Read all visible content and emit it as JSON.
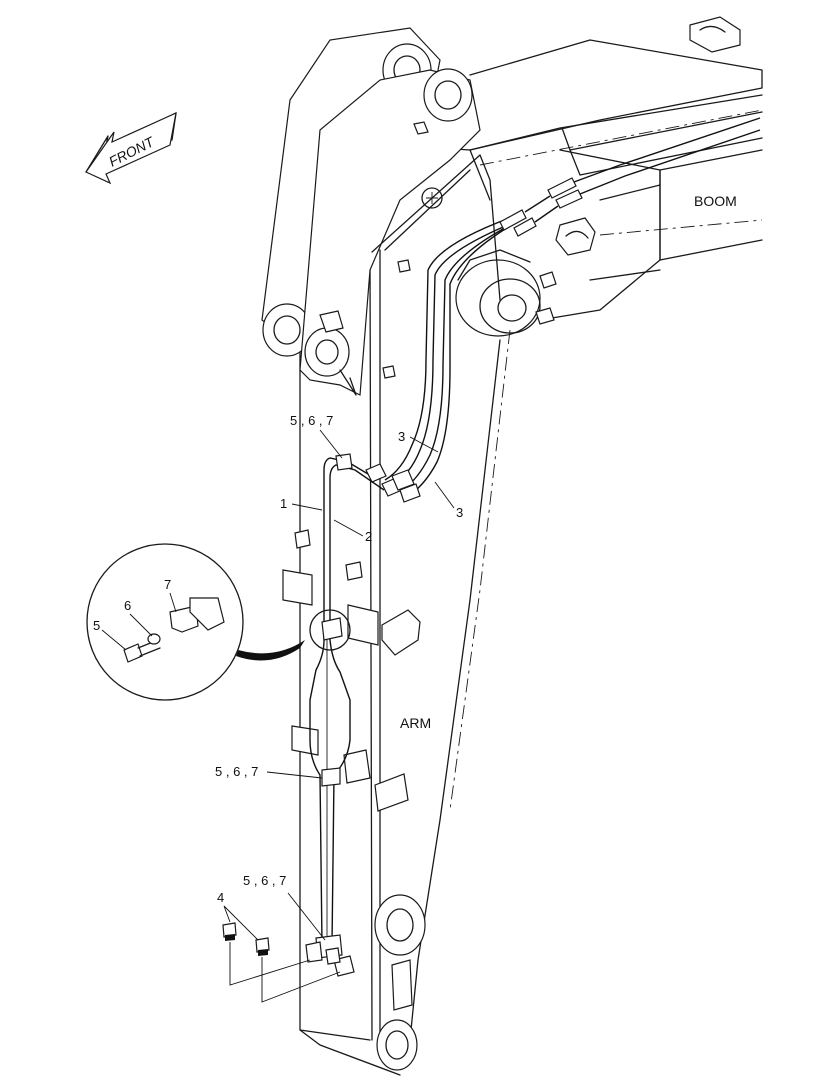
{
  "labels": {
    "front": "FRONT",
    "boom": "BOOM",
    "arm": "ARM"
  },
  "callouts": {
    "c1": "1",
    "c2": "2",
    "c3a": "3",
    "c3b": "3",
    "c4": "4",
    "c5": "5",
    "c6": "6",
    "c7": "7",
    "c567_top": "5 , 6 , 7",
    "c567_mid": "5 , 6 , 7",
    "c567_bot": "5 , 6 , 7"
  }
}
